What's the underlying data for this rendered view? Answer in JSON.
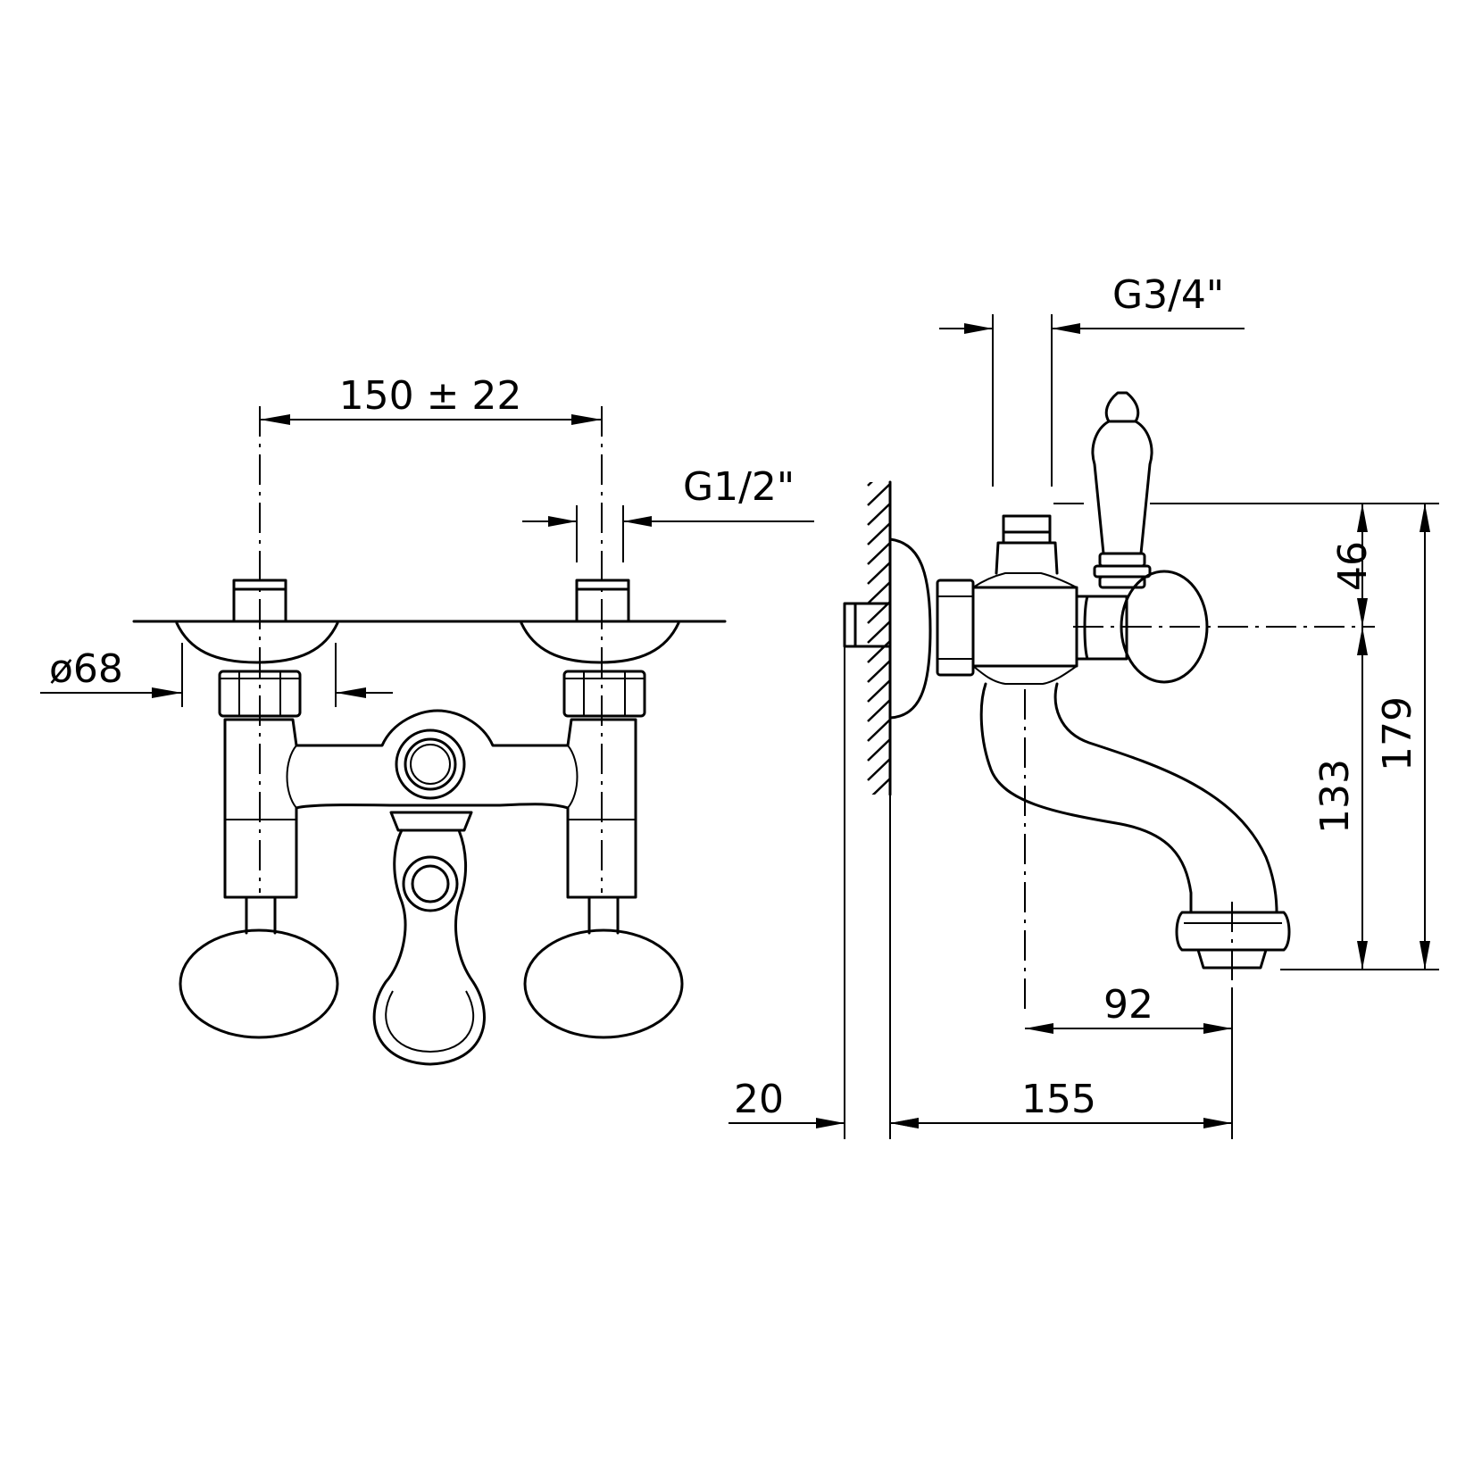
{
  "drawing": {
    "colors": {
      "line": "#000000",
      "background": "#ffffff"
    },
    "front_view": {
      "dim_centers": "150 ± 22",
      "dim_inlet_thread": "G1/2\"",
      "dim_escutcheon_diameter": "ø68"
    },
    "side_view": {
      "dim_outlet_thread": "G3/4\"",
      "dim_height_upper": "46",
      "dim_height_lower": "133",
      "dim_height_total": "179",
      "dim_spout_reach": "92",
      "dim_total_projection": "155",
      "dim_escutcheon_depth": "20"
    }
  }
}
